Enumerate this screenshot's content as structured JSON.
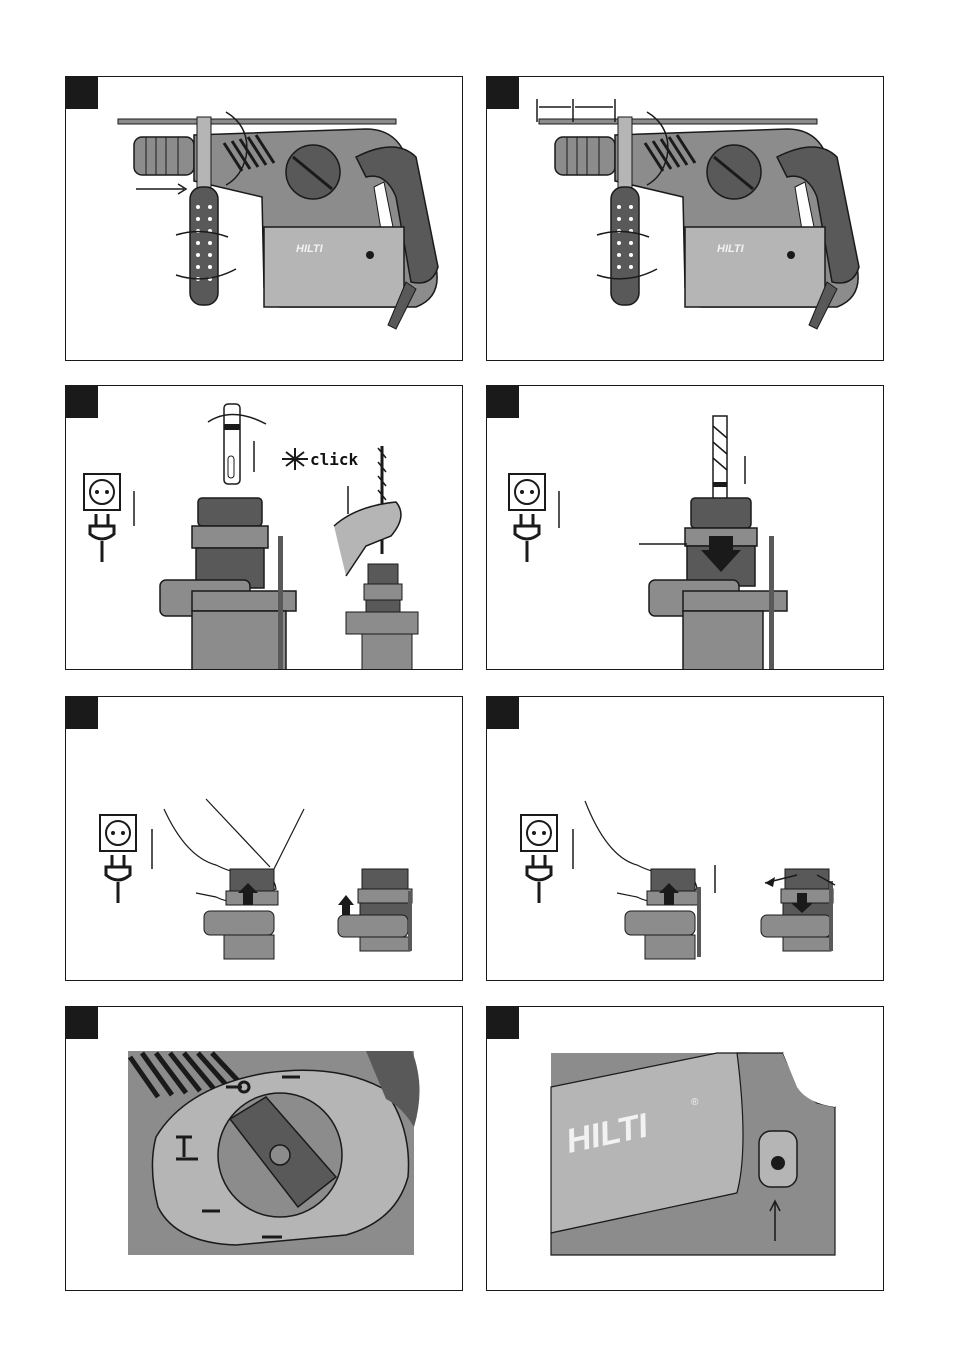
{
  "page": {
    "background": "#ffffff"
  },
  "colors": {
    "ink": "#1a1a1a",
    "tool_dark": "#595959",
    "tool_mid": "#8c8c8c",
    "tool_light": "#b5b5b5",
    "paper": "#ffffff"
  },
  "panels": [
    {
      "id": "panel-1",
      "content": "Hammer drill with side handle and depth gauge rod; arrows show handle attachment and rotation"
    },
    {
      "id": "panel-2",
      "content": "Hammer drill with depth gauge set to drilling depth; double arrows indicate depth measurement"
    },
    {
      "id": "panel-3",
      "content": "Unplug the tool, insert the drill bit into the chuck until it clicks",
      "click_label": "click"
    },
    {
      "id": "panel-4",
      "content": "Unplug the tool, pull the bit to check locking, push chuck sleeve down"
    },
    {
      "id": "panel-5",
      "content": "Unplug, pull chuck sleeve back and remove the chuck"
    },
    {
      "id": "panel-6",
      "content": "Unplug, press chuck release and pull off the chuck"
    },
    {
      "id": "panel-7",
      "content": "Function selector switch on the tool body with operating mode symbols"
    },
    {
      "id": "panel-8",
      "content": "Side of the tool housing with logo and the reset / indicator button"
    }
  ],
  "brand": {
    "logo": "HILTI",
    "registered": "®"
  }
}
